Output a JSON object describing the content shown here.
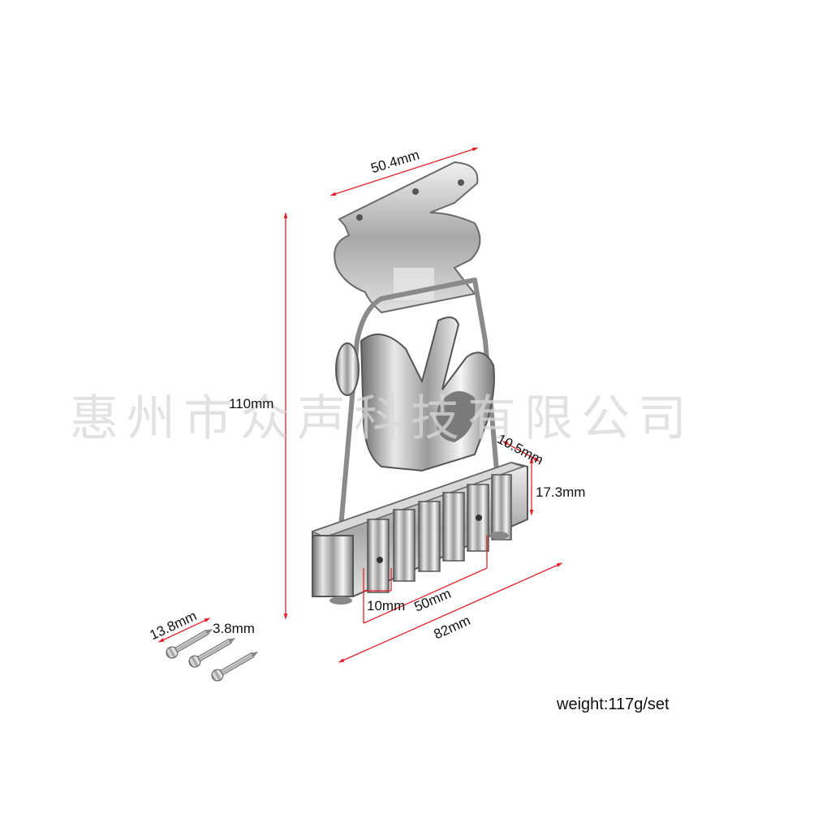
{
  "watermark": "惠州市众声科技有限公司",
  "dimensions": {
    "top_width": "50.4mm",
    "height": "110mm",
    "bridge_depth": "10.5mm",
    "bridge_height": "17.3mm",
    "slot_spacing": "10mm",
    "string_span": "50mm",
    "total_width": "82mm",
    "screw_length": "13.8mm",
    "screw_diameter": "3.8mm"
  },
  "weight": "weight:117g/set",
  "colors": {
    "dimension_line": "#e8202a",
    "chrome_dark": "#5a5a5a",
    "chrome_light": "#f2f2f2"
  }
}
